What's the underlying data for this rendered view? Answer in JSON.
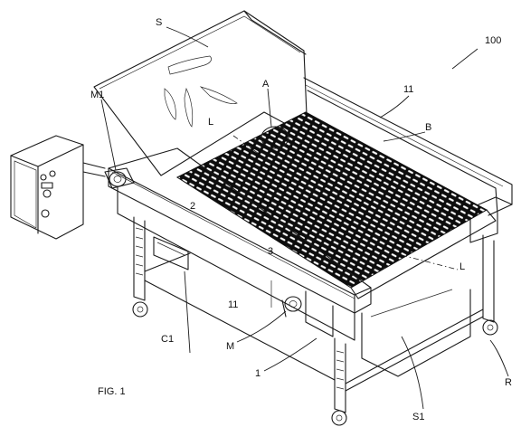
{
  "figure": {
    "caption": "FIG. 1",
    "labels": {
      "S": "S",
      "A": "A",
      "B": "B",
      "100": "100",
      "11_top": "11",
      "11_front": "11",
      "M1": "M1",
      "L_top": "L",
      "L_right": "L",
      "2": "2",
      "3": "3",
      "C1": "C1",
      "M": "M",
      "1": "1",
      "S1": "S1",
      "R": "R"
    }
  },
  "colors": {
    "line": "#1a1a1a",
    "mesh": "#111111",
    "background": "#ffffff"
  }
}
